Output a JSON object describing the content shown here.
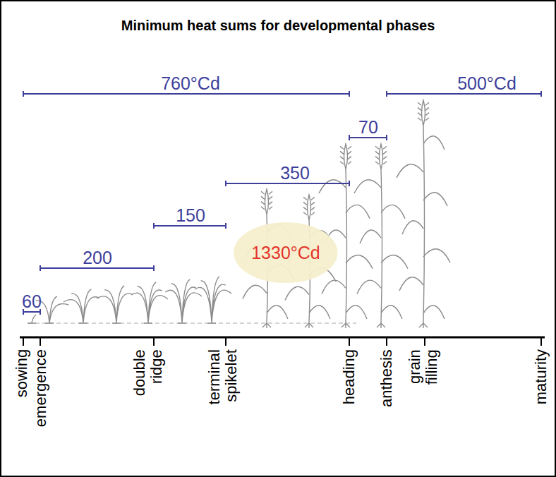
{
  "diagram": {
    "title": "Minimum heat sums for developmental phases",
    "nodes": [
      {
        "text": [
          "1330°Cd"
        ]
      }
    ],
    "labels": [
      "760°Cd",
      "500°Cd",
      "70",
      "350",
      "150",
      "200",
      "60",
      "sowing",
      "emergence",
      "double ridge",
      "terminal spikelet",
      "heading",
      "anthesis",
      "grain filling",
      "maturity"
    ]
  }
}
